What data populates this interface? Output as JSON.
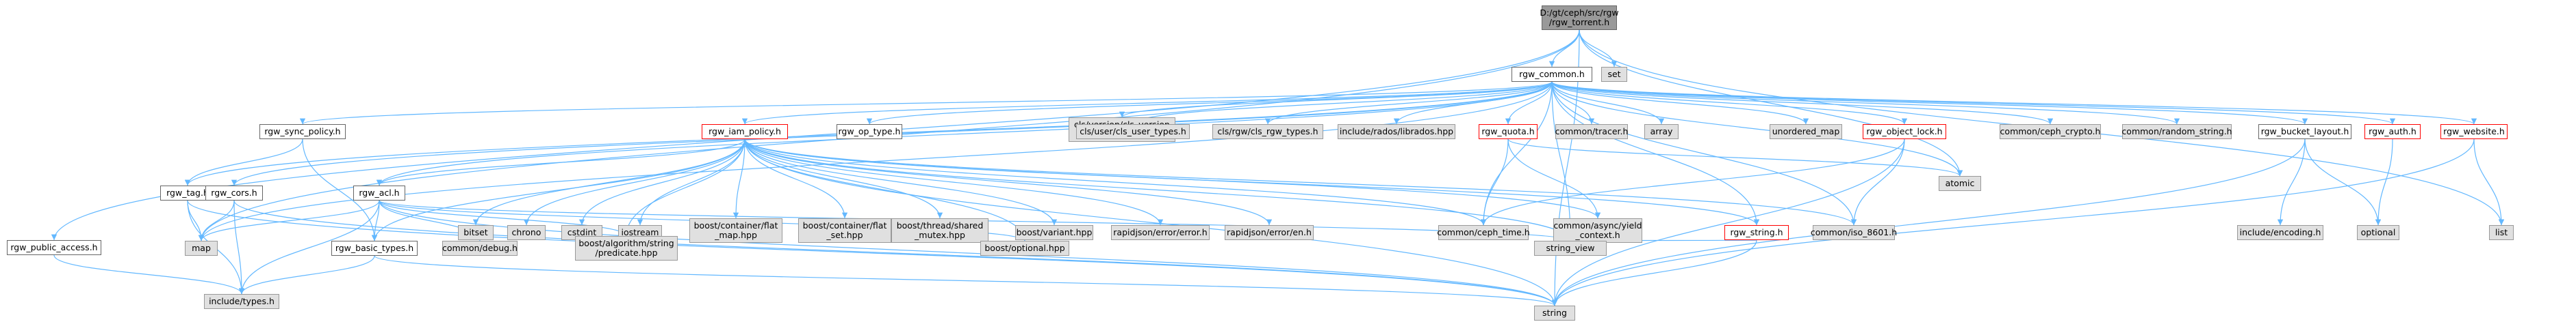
{
  "diagram": {
    "edge_color": "#63b8ff",
    "nodes": [
      {
        "id": "root",
        "label": "D:/gt/ceph/src/rgw\n/rgw_torrent.h",
        "kind": "root"
      },
      {
        "id": "rgw_common",
        "label": "rgw_common.h",
        "kind": "local"
      },
      {
        "id": "set",
        "label": "set",
        "kind": "sys"
      },
      {
        "id": "rgw_sync_policy",
        "label": "rgw_sync_policy.h",
        "kind": "local"
      },
      {
        "id": "rgw_iam_policy",
        "label": "rgw_iam_policy.h",
        "kind": "red"
      },
      {
        "id": "rgw_op_type",
        "label": "rgw_op_type.h",
        "kind": "local"
      },
      {
        "id": "cls_version",
        "label": "cls/version/cls_version\n_types.h",
        "kind": "sys"
      },
      {
        "id": "cls_user",
        "label": "cls/user/cls_user_types.h",
        "kind": "sys"
      },
      {
        "id": "cls_rgw",
        "label": "cls/rgw/cls_rgw_types.h",
        "kind": "sys"
      },
      {
        "id": "librados",
        "label": "include/rados/librados.hpp",
        "kind": "sys"
      },
      {
        "id": "rgw_quota",
        "label": "rgw_quota.h",
        "kind": "red"
      },
      {
        "id": "tracer",
        "label": "common/tracer.h",
        "kind": "sys"
      },
      {
        "id": "array",
        "label": "array",
        "kind": "sys"
      },
      {
        "id": "unordered_map",
        "label": "unordered_map",
        "kind": "sys"
      },
      {
        "id": "rgw_object_lock",
        "label": "rgw_object_lock.h",
        "kind": "red"
      },
      {
        "id": "ceph_crypto",
        "label": "common/ceph_crypto.h",
        "kind": "sys"
      },
      {
        "id": "random_string",
        "label": "common/random_string.h",
        "kind": "sys"
      },
      {
        "id": "rgw_bucket_layout",
        "label": "rgw_bucket_layout.h",
        "kind": "local"
      },
      {
        "id": "rgw_auth",
        "label": "rgw_auth.h",
        "kind": "red"
      },
      {
        "id": "rgw_website",
        "label": "rgw_website.h",
        "kind": "red"
      },
      {
        "id": "rgw_tag",
        "label": "rgw_tag.h",
        "kind": "local"
      },
      {
        "id": "rgw_cors",
        "label": "rgw_cors.h",
        "kind": "local"
      },
      {
        "id": "rgw_acl",
        "label": "rgw_acl.h",
        "kind": "local"
      },
      {
        "id": "bitset",
        "label": "bitset",
        "kind": "sys"
      },
      {
        "id": "chrono",
        "label": "chrono",
        "kind": "sys"
      },
      {
        "id": "cstdint",
        "label": "cstdint",
        "kind": "sys"
      },
      {
        "id": "iostream",
        "label": "iostream",
        "kind": "sys"
      },
      {
        "id": "flat_map",
        "label": "boost/container/flat\n_map.hpp",
        "kind": "sys"
      },
      {
        "id": "flat_set",
        "label": "boost/container/flat\n_set.hpp",
        "kind": "sys"
      },
      {
        "id": "shared_mutex",
        "label": "boost/thread/shared\n_mutex.hpp",
        "kind": "sys"
      },
      {
        "id": "variant",
        "label": "boost/variant.hpp",
        "kind": "sys"
      },
      {
        "id": "rj_error",
        "label": "rapidjson/error/error.h",
        "kind": "sys"
      },
      {
        "id": "rj_en",
        "label": "rapidjson/error/en.h",
        "kind": "sys"
      },
      {
        "id": "ceph_time",
        "label": "common/ceph_time.h",
        "kind": "sys"
      },
      {
        "id": "yield_context",
        "label": "common/async/yield\n_context.h",
        "kind": "sys"
      },
      {
        "id": "rgw_string",
        "label": "rgw_string.h",
        "kind": "red"
      },
      {
        "id": "iso_8601",
        "label": "common/iso_8601.h",
        "kind": "sys"
      },
      {
        "id": "atomic",
        "label": "atomic",
        "kind": "sys"
      },
      {
        "id": "encoding",
        "label": "include/encoding.h",
        "kind": "sys"
      },
      {
        "id": "optional",
        "label": "optional",
        "kind": "sys"
      },
      {
        "id": "list",
        "label": "list",
        "kind": "sys"
      },
      {
        "id": "rgw_public_access",
        "label": "rgw_public_access.h",
        "kind": "local"
      },
      {
        "id": "map",
        "label": "map",
        "kind": "sys"
      },
      {
        "id": "rgw_basic_types",
        "label": "rgw_basic_types.h",
        "kind": "local"
      },
      {
        "id": "debug",
        "label": "common/debug.h",
        "kind": "sys"
      },
      {
        "id": "predicate",
        "label": "boost/algorithm/string\n/predicate.hpp",
        "kind": "sys"
      },
      {
        "id": "boost_optional",
        "label": "boost/optional.hpp",
        "kind": "sys"
      },
      {
        "id": "string_view",
        "label": "string_view",
        "kind": "sys"
      },
      {
        "id": "include_types",
        "label": "include/types.h",
        "kind": "sys"
      },
      {
        "id": "string",
        "label": "string",
        "kind": "sys"
      }
    ],
    "edges": [
      [
        "root",
        "rgw_common"
      ],
      [
        "root",
        "set"
      ],
      [
        "root",
        "list"
      ],
      [
        "root",
        "map"
      ],
      [
        "root",
        "string"
      ],
      [
        "root",
        "atomic"
      ],
      [
        "root",
        "rgw_public_access"
      ],
      [
        "rgw_common",
        "rgw_sync_policy"
      ],
      [
        "rgw_common",
        "rgw_iam_policy"
      ],
      [
        "rgw_common",
        "rgw_op_type"
      ],
      [
        "rgw_common",
        "cls_version"
      ],
      [
        "rgw_common",
        "cls_user"
      ],
      [
        "rgw_common",
        "cls_rgw"
      ],
      [
        "rgw_common",
        "librados"
      ],
      [
        "rgw_common",
        "rgw_quota"
      ],
      [
        "rgw_common",
        "tracer"
      ],
      [
        "rgw_common",
        "array"
      ],
      [
        "rgw_common",
        "unordered_map"
      ],
      [
        "rgw_common",
        "rgw_object_lock"
      ],
      [
        "rgw_common",
        "ceph_crypto"
      ],
      [
        "rgw_common",
        "random_string"
      ],
      [
        "rgw_common",
        "rgw_bucket_layout"
      ],
      [
        "rgw_common",
        "rgw_auth"
      ],
      [
        "rgw_common",
        "rgw_website"
      ],
      [
        "rgw_common",
        "rgw_tag"
      ],
      [
        "rgw_common",
        "rgw_cors"
      ],
      [
        "rgw_common",
        "rgw_acl"
      ],
      [
        "rgw_common",
        "rgw_string"
      ],
      [
        "rgw_common",
        "atomic"
      ],
      [
        "rgw_common",
        "map"
      ],
      [
        "rgw_common",
        "ceph_time"
      ],
      [
        "rgw_common",
        "string_view"
      ],
      [
        "rgw_common",
        "iso_8601"
      ],
      [
        "rgw_sync_policy",
        "rgw_tag"
      ],
      [
        "rgw_sync_policy",
        "rgw_basic_types"
      ],
      [
        "rgw_iam_policy",
        "bitset"
      ],
      [
        "rgw_iam_policy",
        "chrono"
      ],
      [
        "rgw_iam_policy",
        "cstdint"
      ],
      [
        "rgw_iam_policy",
        "iostream"
      ],
      [
        "rgw_iam_policy",
        "flat_map"
      ],
      [
        "rgw_iam_policy",
        "flat_set"
      ],
      [
        "rgw_iam_policy",
        "shared_mutex"
      ],
      [
        "rgw_iam_policy",
        "variant"
      ],
      [
        "rgw_iam_policy",
        "rj_error"
      ],
      [
        "rgw_iam_policy",
        "rj_en"
      ],
      [
        "rgw_iam_policy",
        "ceph_time"
      ],
      [
        "rgw_iam_policy",
        "yield_context"
      ],
      [
        "rgw_iam_policy",
        "rgw_string"
      ],
      [
        "rgw_iam_policy",
        "iso_8601"
      ],
      [
        "rgw_iam_policy",
        "rgw_acl"
      ],
      [
        "rgw_iam_policy",
        "rgw_basic_types"
      ],
      [
        "rgw_iam_policy",
        "predicate"
      ],
      [
        "rgw_iam_policy",
        "boost_optional"
      ],
      [
        "rgw_iam_policy",
        "string"
      ],
      [
        "rgw_iam_policy",
        "string_view"
      ],
      [
        "rgw_quota",
        "ceph_time"
      ],
      [
        "rgw_quota",
        "yield_context"
      ],
      [
        "rgw_quota",
        "atomic"
      ],
      [
        "rgw_object_lock",
        "ceph_time"
      ],
      [
        "rgw_object_lock",
        "iso_8601"
      ],
      [
        "rgw_object_lock",
        "string"
      ],
      [
        "rgw_bucket_layout",
        "encoding"
      ],
      [
        "rgw_bucket_layout",
        "optional"
      ],
      [
        "rgw_bucket_layout",
        "string"
      ],
      [
        "rgw_auth",
        "optional"
      ],
      [
        "rgw_website",
        "list"
      ],
      [
        "rgw_website",
        "string"
      ],
      [
        "rgw_tag",
        "map"
      ],
      [
        "rgw_tag",
        "include_types"
      ],
      [
        "rgw_tag",
        "string"
      ],
      [
        "rgw_cors",
        "map"
      ],
      [
        "rgw_cors",
        "include_types"
      ],
      [
        "rgw_cors",
        "string"
      ],
      [
        "rgw_acl",
        "map"
      ],
      [
        "rgw_acl",
        "rgw_basic_types"
      ],
      [
        "rgw_acl",
        "debug"
      ],
      [
        "rgw_acl",
        "predicate"
      ],
      [
        "rgw_acl",
        "boost_optional"
      ],
      [
        "rgw_acl",
        "string_view"
      ],
      [
        "rgw_acl",
        "include_types"
      ],
      [
        "rgw_acl",
        "string"
      ],
      [
        "rgw_string",
        "string_view"
      ],
      [
        "rgw_string",
        "string"
      ],
      [
        "rgw_public_access",
        "include_types"
      ],
      [
        "rgw_basic_types",
        "include_types"
      ],
      [
        "rgw_basic_types",
        "string"
      ]
    ]
  }
}
